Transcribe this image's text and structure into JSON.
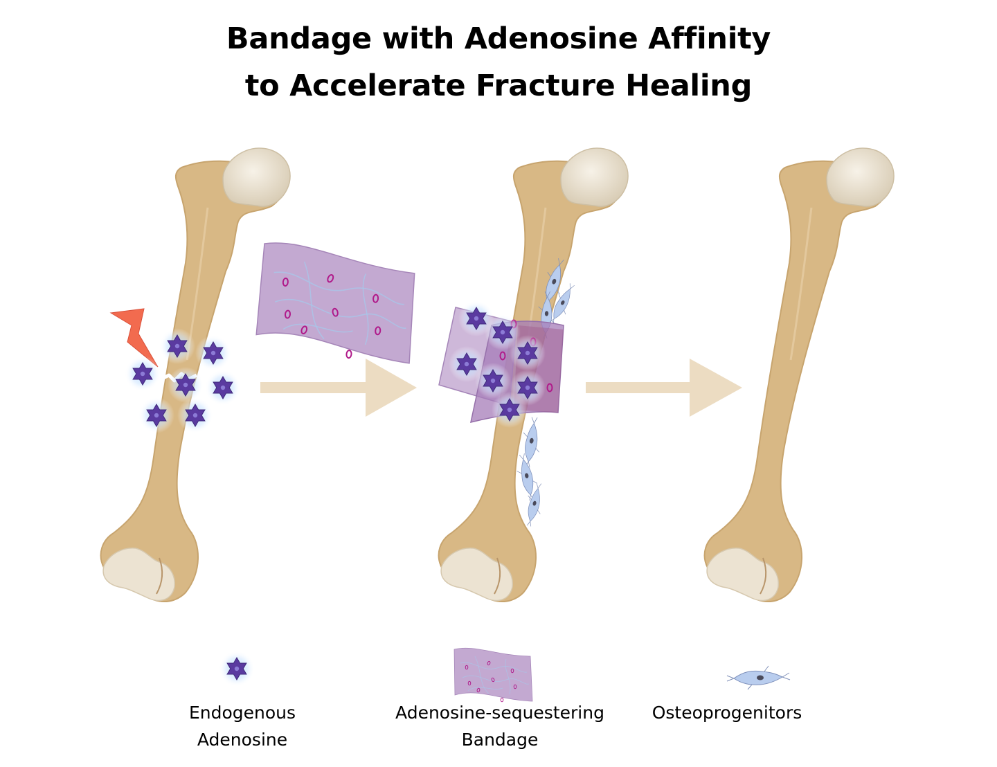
{
  "title": {
    "line1": "Bandage with Adenosine Affinity",
    "line2": "to Accelerate Fracture Healing"
  },
  "colors": {
    "bone": "#d8b885",
    "bone_shadow": "#c4a06c",
    "cartilage": "#ece3d2",
    "arrow": "#ecdcc2",
    "bandage": "#b99ac9",
    "adenosine_star": "#5a3aa0",
    "lightning": "#f26b4f",
    "cell": "#b9cdee"
  },
  "legend": {
    "adenosine": {
      "icon": "star-icon",
      "line1": "Endogenous",
      "line2": "Adenosine"
    },
    "bandage": {
      "icon": "bandage-icon",
      "line1": "Adenosine-sequestering",
      "line2": "Bandage"
    },
    "cells": {
      "icon": "cell-icon",
      "line1": "Osteoprogenitors"
    }
  }
}
